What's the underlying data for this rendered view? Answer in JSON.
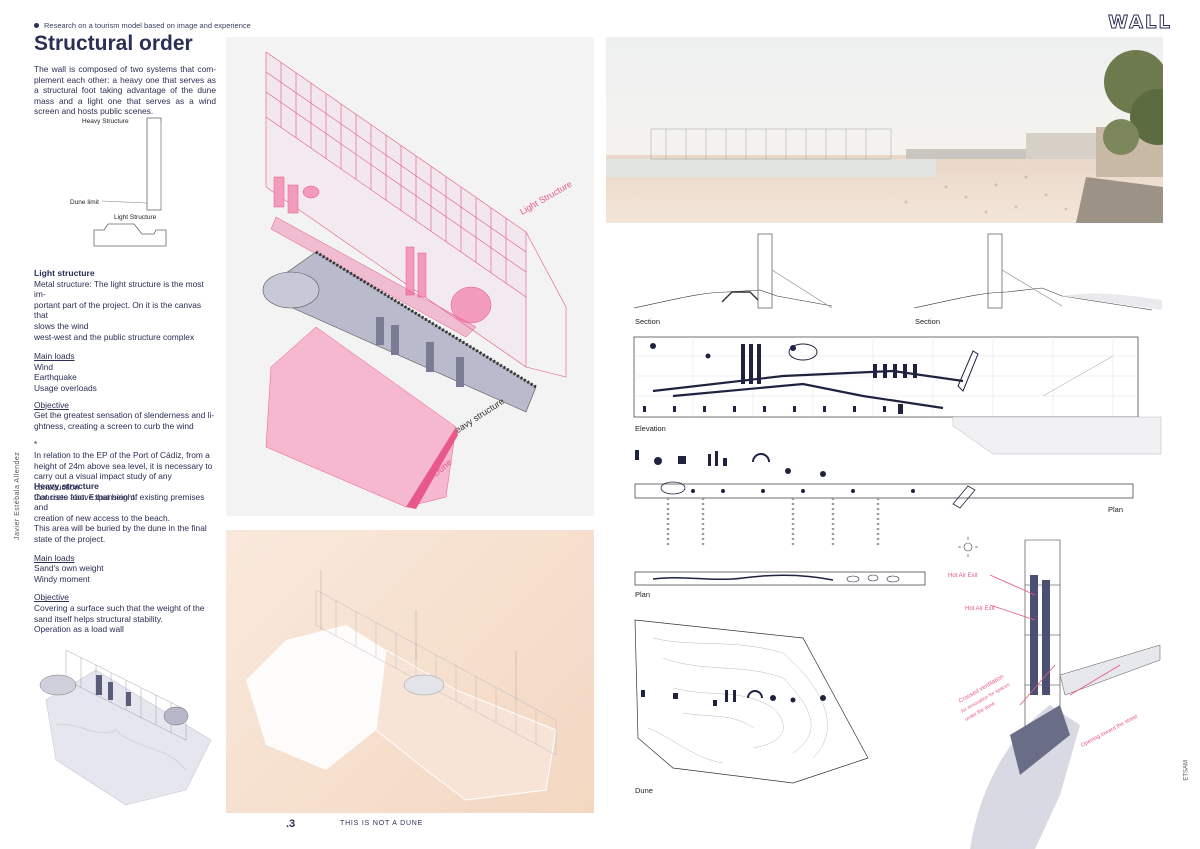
{
  "header": {
    "subtitle": "Research on a tourism model based on image and experience",
    "brand": "WALL"
  },
  "title": "Structural order",
  "intro": "The wall is composed of two systems that com-plement each other: a heavy one that serves as a structural foot taking advantage of the dune mass and a light one that serves as a wind screen and hosts public scenes.",
  "mini_diagram": {
    "heavy": "Heavy Structure",
    "dune_limit": "Dune limit",
    "light": "Light Structure"
  },
  "light_structure": {
    "heading": "Light structure",
    "body_lines": [
      "Metal structure: The light structure is the most im-",
      "portant part of the project. On it is the canvas that",
      "slows the wind",
      "west-west and the public structure complex"
    ],
    "loads_heading": "Main loads",
    "loads": [
      "Wind",
      "Earthquake",
      "Usage overloads"
    ],
    "objective_heading": "Objective",
    "objective_lines": [
      "Get the greatest sensation of slenderness and li-",
      "ghtness, creating a screen to curb the wind"
    ],
    "note_mark": "*",
    "note_lines": [
      "In relation to the EP of the Port of Cádiz, from a",
      "height of 24m above sea level, it is necessary to",
      "carry out a visual impact study of any construction",
      "that rises above that height."
    ]
  },
  "heavy_structure": {
    "heading": "Heavy structure",
    "body_lines": [
      "Concrete foot: Expansion of existing premises and",
      "creation of new access to the beach.",
      "This area will be buried by the dune in the final",
      "state of the project."
    ],
    "loads_heading": "Main loads",
    "loads": [
      "Sand's own weight",
      "Windy moment"
    ],
    "objective_heading": "Objective",
    "objective_lines": [
      "Covering a surface such that the weight of the",
      "sand itself helps structural stability.",
      "Operation as a load wall"
    ]
  },
  "author": "Javier Estébala Allendez",
  "axo_labels": {
    "light": "Light Structure",
    "heavy": "Heavy structure",
    "dune": "Dune"
  },
  "drawing_labels": {
    "section_1": "Section",
    "section_2": "Section",
    "elevation": "Elevation",
    "plan_1": "Plan",
    "plan_2": "Plan",
    "dune": "Dune",
    "hot_air_1": "Hot Air Exit",
    "hot_air_2": "Hot Air Exit",
    "crossed": "Crossed ventilation",
    "crossed_sub1": "Air renovation for spaces",
    "crossed_sub2": "under the dune",
    "opening": "Opening toward the street"
  },
  "school": "ETSAM",
  "footer": {
    "page": ".3",
    "tagline": "THIS IS NOT A DUNE"
  },
  "colors": {
    "navy": "#2a2f55",
    "pink": "#e8588a",
    "peach": "#f6e0cc",
    "panel": "#f3f3f4"
  }
}
